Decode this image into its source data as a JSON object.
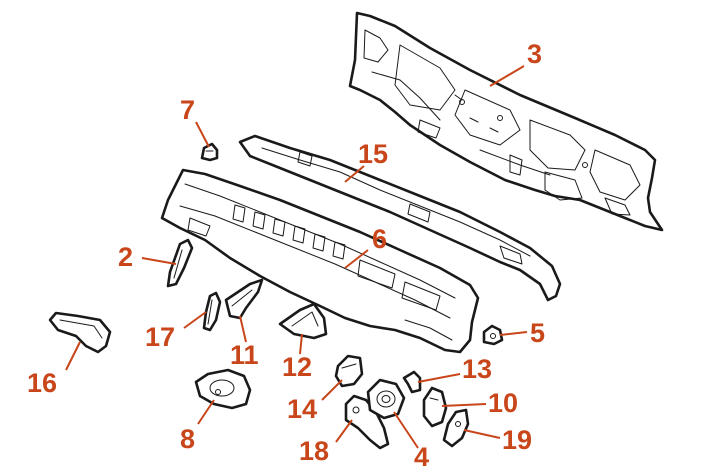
{
  "accent_color": "#c8461a",
  "callouts": [
    {
      "id": "3",
      "label": "3"
    },
    {
      "id": "7",
      "label": "7"
    },
    {
      "id": "15",
      "label": "15"
    },
    {
      "id": "6",
      "label": "6"
    },
    {
      "id": "2",
      "label": "2"
    },
    {
      "id": "5",
      "label": "5"
    },
    {
      "id": "17",
      "label": "17"
    },
    {
      "id": "11",
      "label": "11"
    },
    {
      "id": "12",
      "label": "12"
    },
    {
      "id": "16",
      "label": "16"
    },
    {
      "id": "13",
      "label": "13"
    },
    {
      "id": "14",
      "label": "14"
    },
    {
      "id": "10",
      "label": "10"
    },
    {
      "id": "8",
      "label": "8"
    },
    {
      "id": "18",
      "label": "18"
    },
    {
      "id": "4",
      "label": "4"
    },
    {
      "id": "19",
      "label": "19"
    }
  ]
}
